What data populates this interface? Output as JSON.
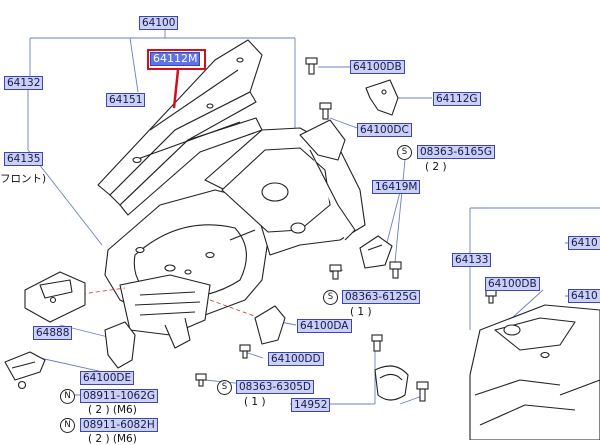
{
  "labels": {
    "l64100": "64100",
    "l64112m": "64112M",
    "l64132": "64132",
    "l64151": "64151",
    "l64135": "64135",
    "l64100db_top": "64100DB",
    "l64112g": "64112G",
    "l64100dc": "64100DC",
    "l08363_6165g": "08363-6165G",
    "l16419m": "16419M",
    "l64133": "64133",
    "l64100db_right": "64100DB",
    "l6410_a": "6410",
    "l6410_b": "6410",
    "l08363_6125g": "08363-6125G",
    "l64100da": "64100DA",
    "l64888": "64888",
    "l64100dd": "64100DD",
    "l64100de": "64100DE",
    "l08363_6305d": "08363-6305D",
    "l08911_1062g": "08911-1062G",
    "l14952": "14952",
    "l08911_6082h": "08911-6082H"
  },
  "notes": {
    "front_text": "フロント)",
    "qty_2a": "( 2 )",
    "qty_1a": "( 1 )",
    "qty_1b": "( 1 )",
    "qty_2_m6": "( 2 )   (M6)",
    "qty_partial": "( 2 )   (M6)"
  },
  "markers": {
    "s": "S",
    "n": "N"
  },
  "colors": {
    "label_fill": "#ccd0f2",
    "label_border": "#3a46b8",
    "highlight_fill": "#5f73e8",
    "highlight_border": "#d0101a"
  }
}
